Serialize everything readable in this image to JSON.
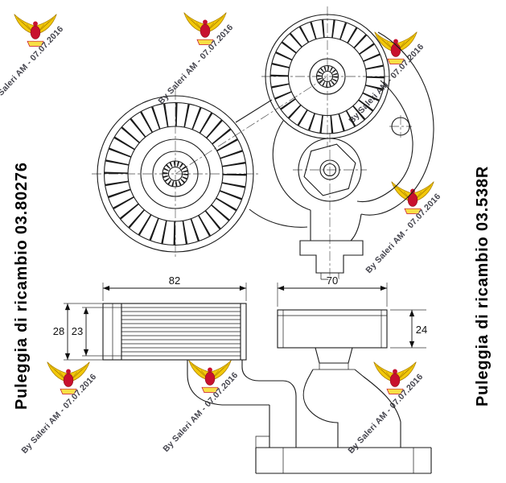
{
  "labels": {
    "left_part_code": "Puleggia di ricambio 03.80276",
    "right_part_code": "Puleggia di ricambio 03.538R"
  },
  "dimensions": {
    "ribbed_pulley_width": "82",
    "ribbed_pulley_total_height": "28",
    "ribbed_pulley_rib_height": "23",
    "smooth_pulley_width": "70",
    "smooth_pulley_height": "24"
  },
  "watermark": {
    "text": "By Saleri AM - 07.07.2016"
  },
  "colors": {
    "line": "#1a1a1a",
    "watermark_text": "#45454e",
    "eagle_yellow": "#f2c80a",
    "eagle_red": "#c8102e",
    "background": "#ffffff"
  }
}
